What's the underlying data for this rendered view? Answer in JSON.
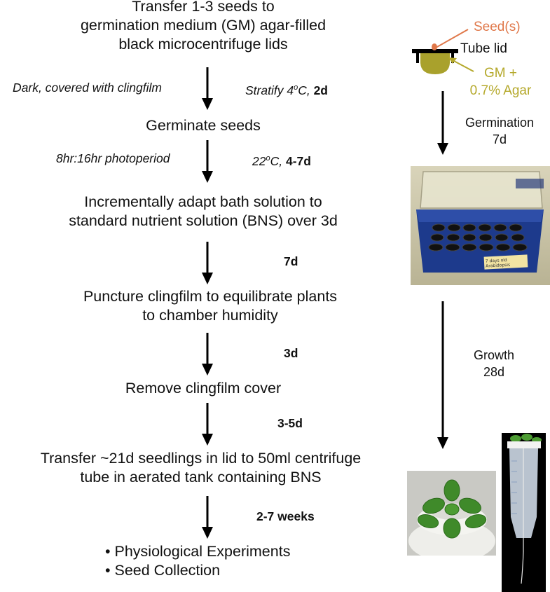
{
  "steps": {
    "s1_line1": "Transfer 1-3 seeds to",
    "s1_line2": "germination medium (GM) agar-filled",
    "s1_line3": "black microcentrifuge lids",
    "s2": "Germinate seeds",
    "s3_line1": "Incrementally adapt bath solution to",
    "s3_line2": "standard nutrient solution (BNS) over 3d",
    "s4_line1": "Puncture clingfilm to equilibrate plants",
    "s4_line2": "to chamber humidity",
    "s5": "Remove clingfilm cover",
    "s6_line1": "Transfer ~21d seedlings in lid to 50ml centrifuge",
    "s6_line2": "tube in aerated tank containing BNS",
    "outcomes": [
      "• Physiological Experiments",
      "• Seed Collection"
    ]
  },
  "conditions": {
    "c1_left": "Dark, covered with clingfilm",
    "c1_right_text": "Stratify 4",
    "c1_right_sup": "o",
    "c1_right_unit": "C, ",
    "c1_right_bold": "2d",
    "c2_left": "8hr:16hr photoperiod",
    "c2_right_text": "22",
    "c2_right_sup": "o",
    "c2_right_unit": "C, ",
    "c2_right_bold": "4-7d",
    "d3": "7d",
    "d4": "3d",
    "d5": "3-5d",
    "d6": "2-7 weeks"
  },
  "inset": {
    "seed_label": "Seed(s)",
    "tube_lid_label": "Tube lid",
    "gm_label_line1": "GM +",
    "gm_label_line2": "0.7% Agar"
  },
  "side_stages": {
    "germination_line1": "Germination",
    "germination_line2": "7d",
    "growth_line1": "Growth",
    "growth_line2": "28d"
  },
  "photos": {
    "box_label": "7 days old Arabidopsis"
  },
  "colors": {
    "seed_label": "#e0784a",
    "gm_label": "#b5a92c",
    "agar_fill": "#a9a12c",
    "tray_blue": "#1d3a8c",
    "leaf_green": "#3f8a2a"
  }
}
